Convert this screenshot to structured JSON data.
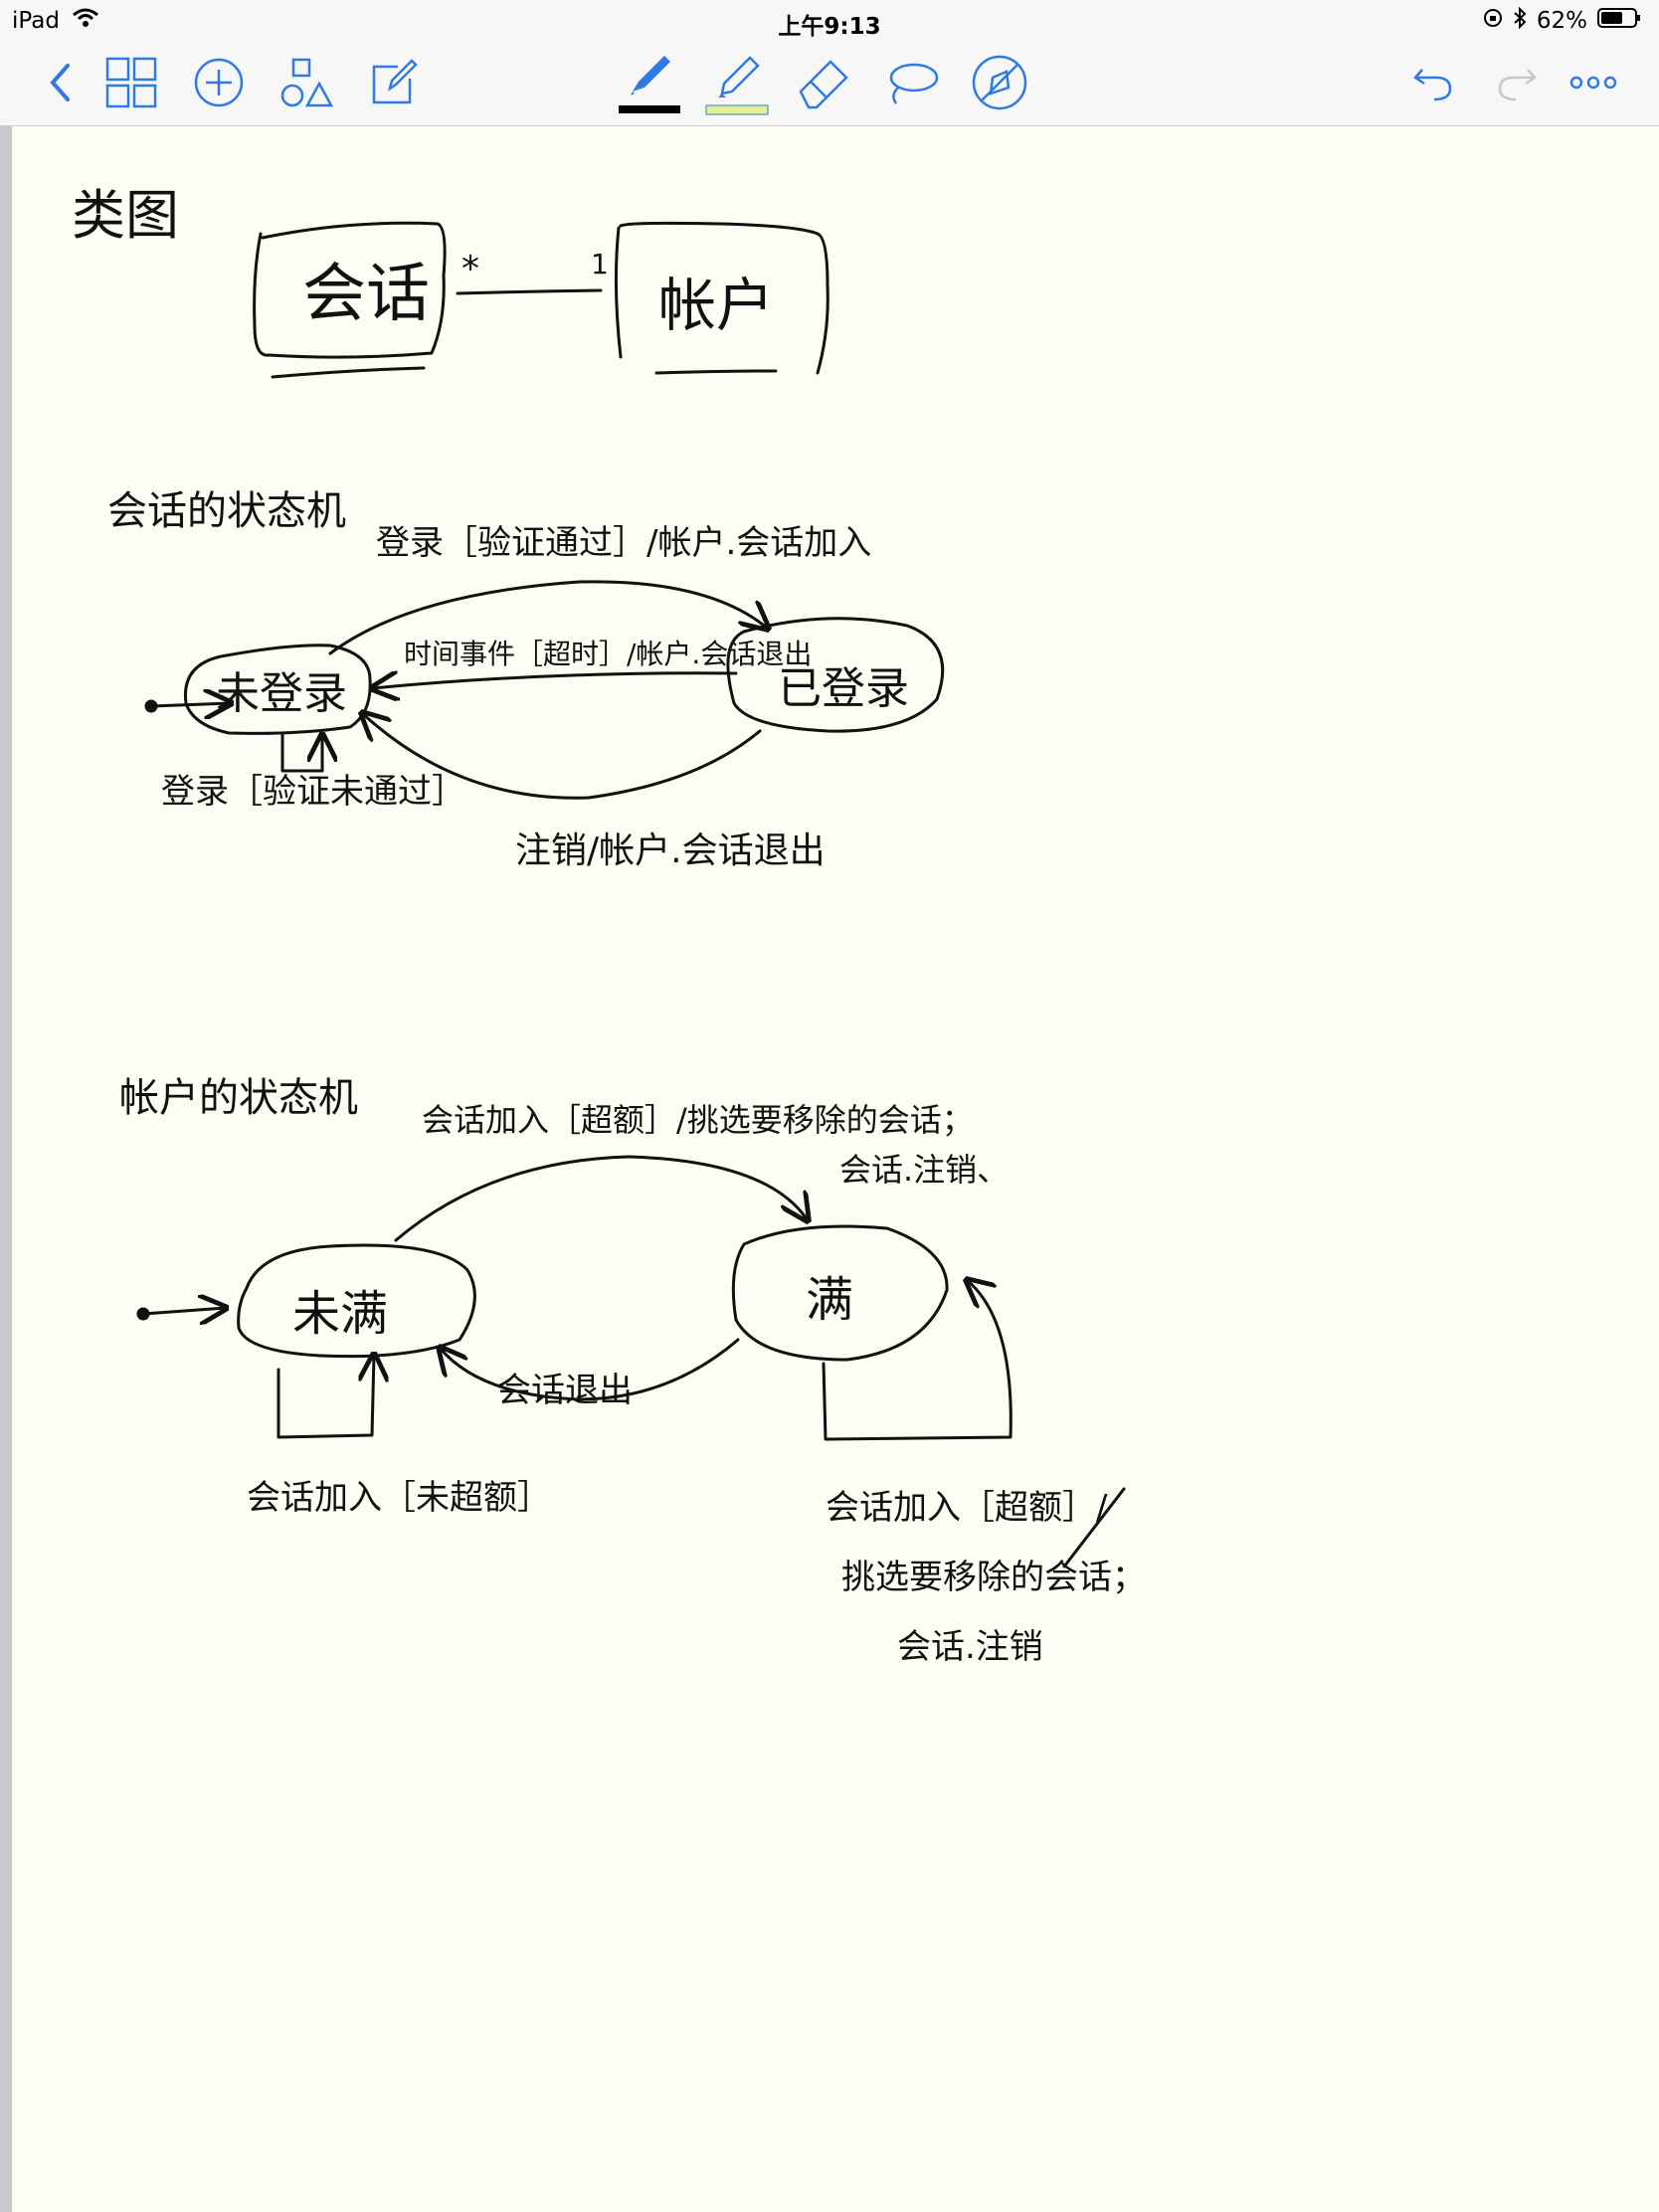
{
  "status_bar": {
    "device": "iPad",
    "time": "上午9:13",
    "battery": "62%",
    "icons": [
      "wifi-icon",
      "rotation-lock-icon",
      "bluetooth-icon",
      "battery-icon"
    ]
  },
  "toolbar": {
    "left_tools": [
      "back-chevron-icon",
      "grid-icon",
      "add-circle-icon",
      "shapes-icon",
      "edit-icon"
    ],
    "drawing_tools": [
      "pen-icon",
      "highlighter-icon",
      "eraser-icon",
      "lasso-icon",
      "no-hand-icon"
    ],
    "right_tools": [
      "undo-icon",
      "redo-icon",
      "more-icon"
    ],
    "pen_color": "#000000",
    "highlighter_color": "#e8f28a",
    "accent": "#2f7ae5"
  },
  "note": {
    "class_diagram": {
      "heading": "类图",
      "class_session": "会话",
      "class_account": "帐户",
      "mult_session": "*",
      "mult_account": "1"
    },
    "session_fsm": {
      "heading": "会话的状态机",
      "state_logged_out": "未登录",
      "state_logged_in": "已登录",
      "t_login_ok": "登录［验证通过］/帐户.会话加入",
      "t_timeout": "时间事件［超时］/帐户.会话退出",
      "t_login_fail": "登录［验证未通过］",
      "t_logout": "注销/帐户.会话退出"
    },
    "account_fsm": {
      "heading": "帐户的状态机",
      "state_not_full": "未满",
      "state_full": "满",
      "t_join_over": "会话加入［超额］/挑选要移除的会话；",
      "t_join_over_2": "会话.注销、",
      "t_leave": "会话退出",
      "t_join_not_over": "会话加入［未超额］",
      "t_full_join": "会话加入［超额］/",
      "t_full_join_2": "挑选要移除的会话；",
      "t_full_join_3": "会话.注销"
    }
  }
}
